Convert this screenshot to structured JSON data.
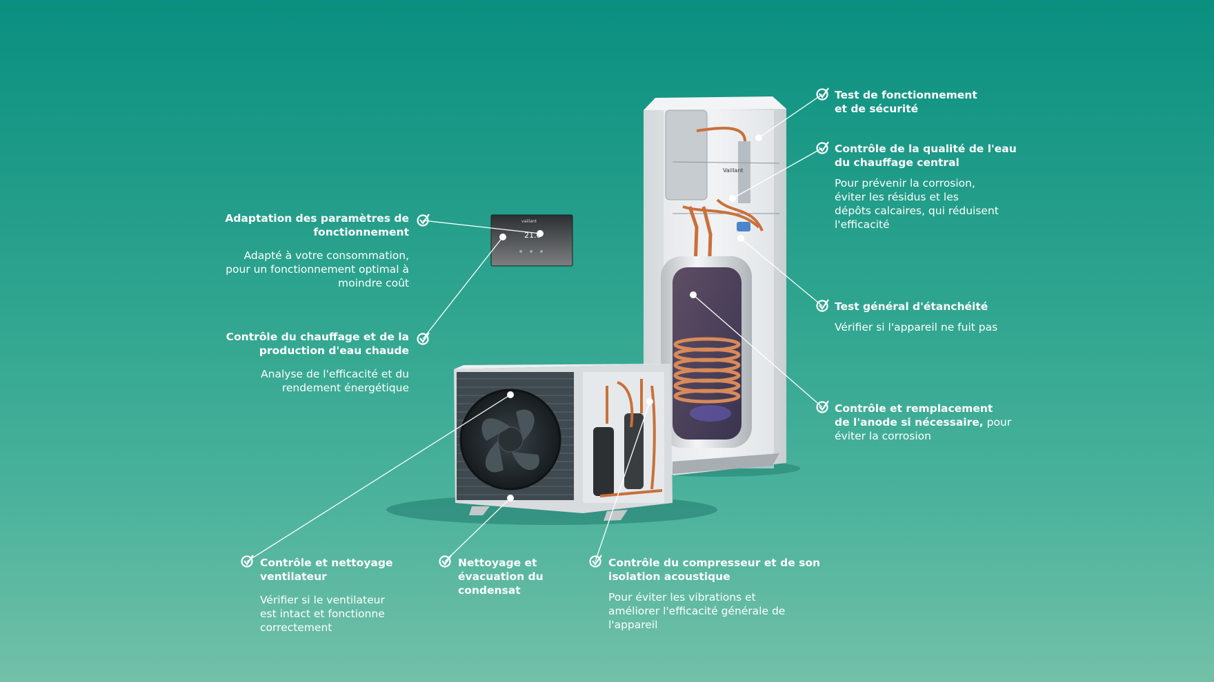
{
  "callouts": {
    "adaptation": {
      "title": "Adaptation des paramètres de\nfonctionnement",
      "desc": "Adapté à votre consommation,\npour un fonctionnement optimal à\nmoindre coût"
    },
    "chauffage": {
      "title": "Contrôle du chauffage et de la\nproduction d'eau chaude",
      "desc": "Analyse de l'efficacité et du\nrendement énergétique"
    },
    "test_fonctionnement": {
      "title": "Test de fonctionnement\net de sécurité"
    },
    "qualite_eau": {
      "title": "Contrôle de la qualité de l'eau\ndu chauffage central",
      "desc": "Pour prévenir la corrosion,\néviter les résidus et les\ndépôts calcaires, qui réduisent\nl'efficacité"
    },
    "etancheite": {
      "title": "Test général d'étanchéité",
      "desc": "Vérifier si l'appareil ne fuit pas"
    },
    "anode": {
      "title": "Contrôle et remplacement\nde l'anode si nécessaire,",
      "title_tail": " pour",
      "desc": "éviter la corrosion"
    },
    "ventilateur": {
      "title": "Contrôle et nettoyage\nventilateur",
      "desc": "Vérifier si le ventilateur\nest intact et fonctionne\ncorrectement"
    },
    "condensat": {
      "title": "Nettoyage et\névacuation du\ncondensat"
    },
    "compresseur": {
      "title": "Contrôle du compresseur et de son\nisolation acoustique",
      "desc": "Pour éviter les vibrations et\naméliorer l'efficacité générale de\nl'appareil"
    }
  },
  "controller": {
    "brand": "vaillant",
    "temperature": "21.0"
  },
  "indoor_unit": {
    "brand": "Vaillant"
  },
  "colors": {
    "background_top": "#0a8f80",
    "background_bottom": "#73c0a7",
    "text": "#ffffff",
    "copper": "#c9703a",
    "panel": "#e6e9ea"
  }
}
